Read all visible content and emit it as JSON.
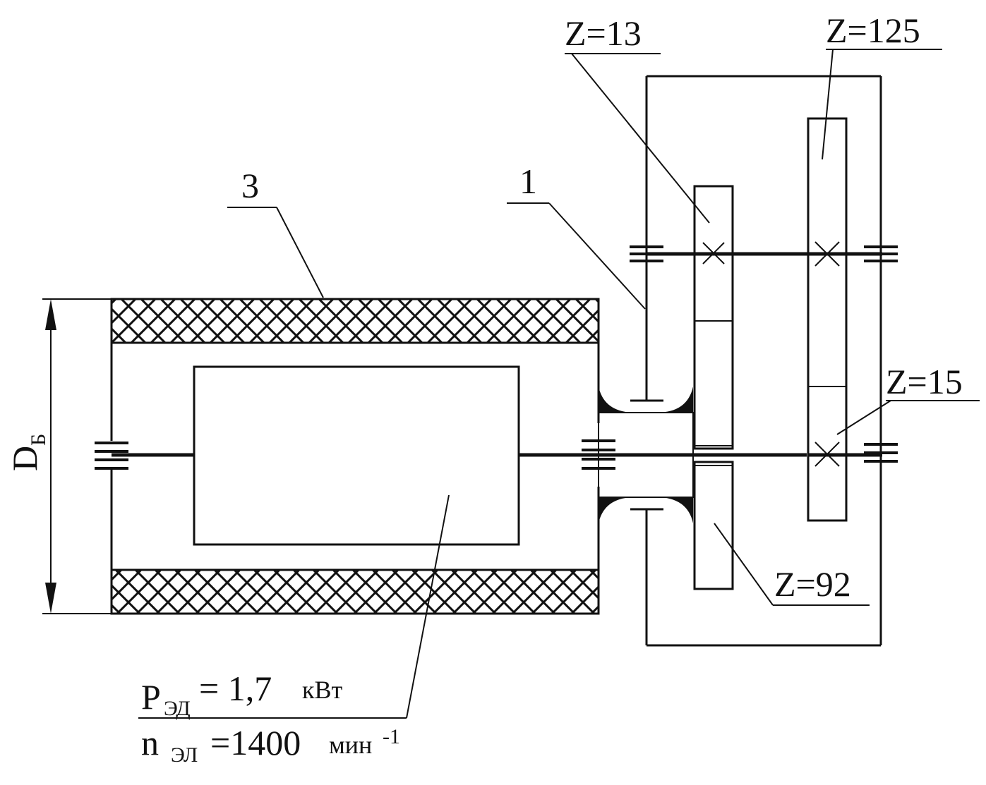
{
  "labels": {
    "item_3": "3",
    "item_1": "1",
    "z13": "Z=13",
    "z125": "Z=125",
    "z15": "Z=15",
    "z92": "Z=92",
    "diameter_main": "D",
    "diameter_sub": "Б",
    "power_p": "P",
    "power_sub": "ЭД",
    "power_eq": "= 1,7",
    "power_unit": "кВт",
    "speed_n": "n",
    "speed_sub": "ЭЛ",
    "speed_eq": "=1400",
    "speed_unit": "мин",
    "speed_exp": "-1"
  }
}
